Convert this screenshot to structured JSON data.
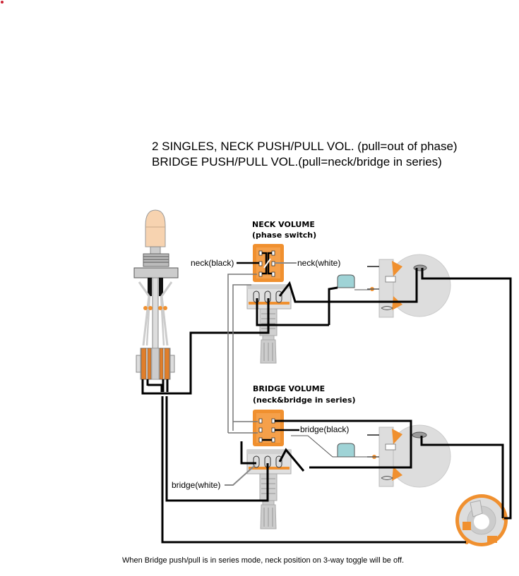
{
  "diagram": {
    "title_line1": "2 SINGLES, NECK PUSH/PULL VOL. (pull=out of phase)",
    "title_line2": "BRIDGE PUSH/PULL VOL.(pull=neck/bridge in series)",
    "neck_volume": {
      "heading": "NECK VOLUME",
      "subheading": "(phase switch)",
      "label_left": "neck(black)",
      "label_right": "neck(white)"
    },
    "bridge_volume": {
      "heading": "BRIDGE VOLUME",
      "subheading": "(neck&bridge in series)",
      "label_right": "bridge(black)",
      "label_left": "bridge(white)"
    },
    "footnote": "When Bridge push/pull is in series mode, neck position on 3-way toggle will be off.",
    "colors": {
      "orange": "#f0902f",
      "pot_body": "#d9d9d9",
      "cap": "#9fd3d6",
      "toggle_tip": "#f7d3b0",
      "wire": "#000000",
      "marker": "#cc2233"
    },
    "components": [
      {
        "type": "3-way-toggle-switch",
        "name": "toggle"
      },
      {
        "type": "push-pull-pot",
        "name": "neck-volume-pot"
      },
      {
        "type": "push-pull-pot",
        "name": "bridge-volume-pot"
      },
      {
        "type": "tone-pot",
        "name": "neck-tone-pot"
      },
      {
        "type": "tone-pot",
        "name": "bridge-tone-pot"
      },
      {
        "type": "capacitor",
        "name": "neck-tone-cap"
      },
      {
        "type": "capacitor",
        "name": "bridge-tone-cap"
      },
      {
        "type": "output-jack",
        "name": "output-jack"
      }
    ]
  }
}
